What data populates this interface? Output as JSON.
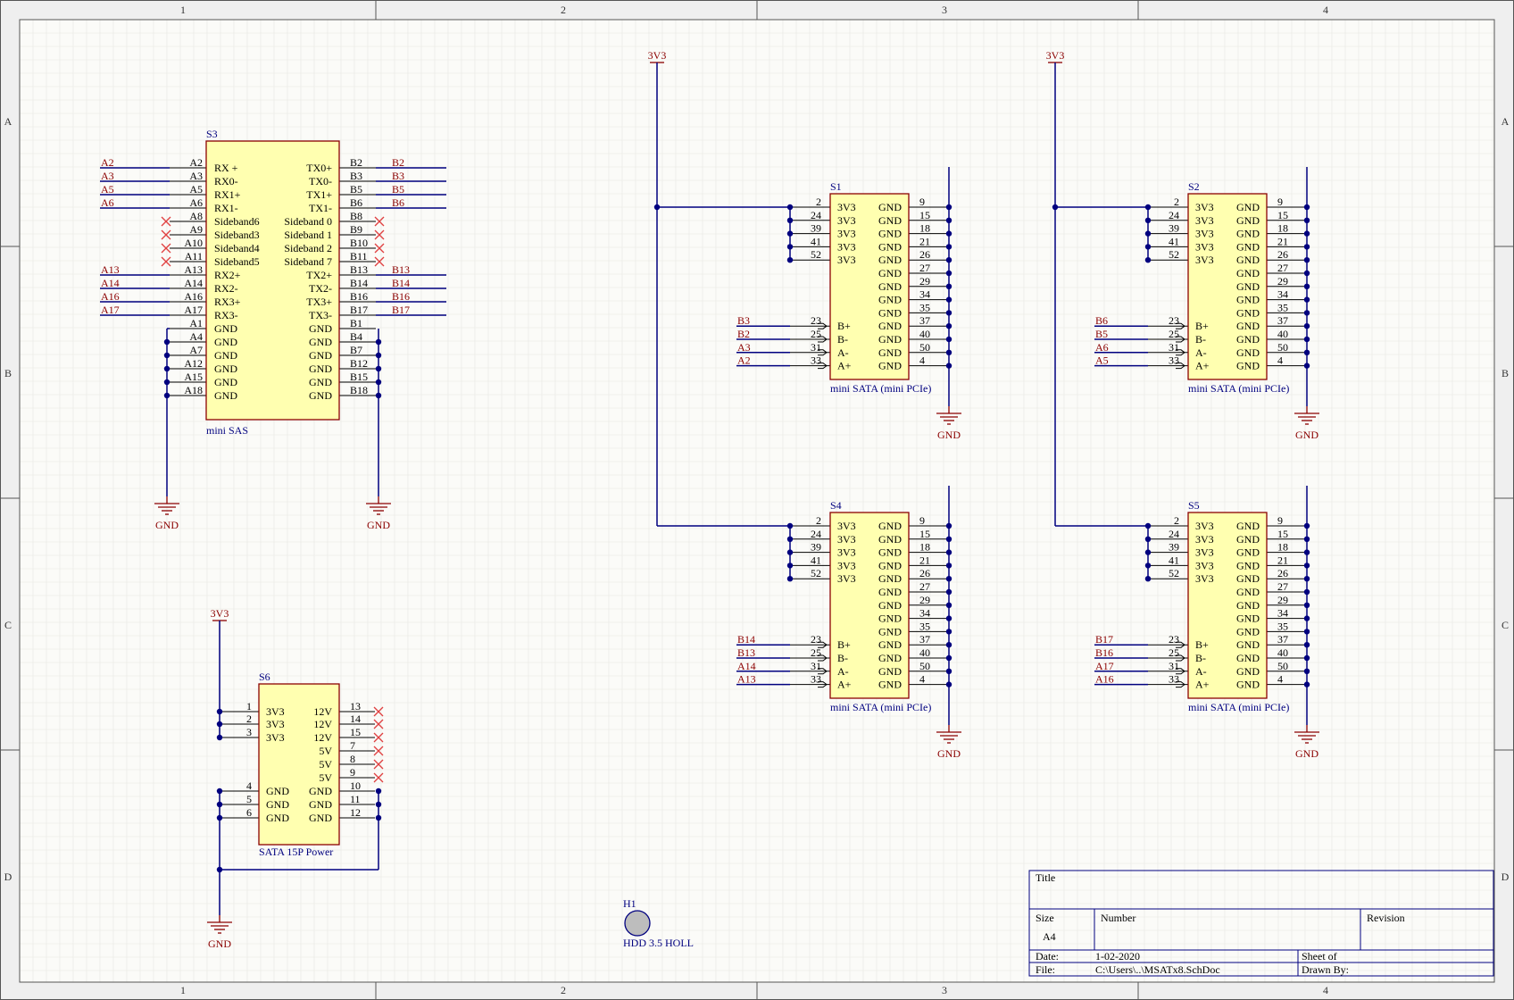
{
  "frame": {
    "columns": [
      "1",
      "2",
      "3",
      "4"
    ],
    "rows": [
      "A",
      "B",
      "C",
      "D"
    ]
  },
  "components": {
    "s3": {
      "designator": "S3",
      "comment": "mini SAS",
      "pins_left": [
        {
          "num": "A2",
          "name": "RX +"
        },
        {
          "num": "A3",
          "name": "RX0-"
        },
        {
          "num": "A5",
          "name": "RX1+"
        },
        {
          "num": "A6",
          "name": "RX1-"
        },
        {
          "num": "A8",
          "name": "Sideband6"
        },
        {
          "num": "A9",
          "name": "Sideband3"
        },
        {
          "num": "A10",
          "name": "Sideband4"
        },
        {
          "num": "A11",
          "name": "Sideband5"
        },
        {
          "num": "A13",
          "name": "RX2+"
        },
        {
          "num": "A14",
          "name": "RX2-"
        },
        {
          "num": "A16",
          "name": "RX3+"
        },
        {
          "num": "A17",
          "name": "RX3-"
        },
        {
          "num": "A1",
          "name": "GND"
        },
        {
          "num": "A4",
          "name": "GND"
        },
        {
          "num": "A7",
          "name": "GND"
        },
        {
          "num": "A12",
          "name": "GND"
        },
        {
          "num": "A15",
          "name": "GND"
        },
        {
          "num": "A18",
          "name": "GND"
        }
      ],
      "pins_right": [
        {
          "num": "B2",
          "name": "TX0+"
        },
        {
          "num": "B3",
          "name": "TX0-"
        },
        {
          "num": "B5",
          "name": "TX1+"
        },
        {
          "num": "B6",
          "name": "TX1-"
        },
        {
          "num": "B8",
          "name": "Sideband 0"
        },
        {
          "num": "B9",
          "name": "Sideband 1"
        },
        {
          "num": "B10",
          "name": "Sideband 2"
        },
        {
          "num": "B11",
          "name": "Sideband 7"
        },
        {
          "num": "B13",
          "name": "TX2+"
        },
        {
          "num": "B14",
          "name": "TX2-"
        },
        {
          "num": "B16",
          "name": "TX3+"
        },
        {
          "num": "B17",
          "name": "TX3-"
        },
        {
          "num": "B1",
          "name": "GND"
        },
        {
          "num": "B4",
          "name": "GND"
        },
        {
          "num": "B7",
          "name": "GND"
        },
        {
          "num": "B12",
          "name": "GND"
        },
        {
          "num": "B15",
          "name": "GND"
        },
        {
          "num": "B18",
          "name": "GND"
        }
      ],
      "nets_left": [
        "A2",
        "A3",
        "A5",
        "A6",
        "",
        "",
        "",
        "",
        "A13",
        "A14",
        "A16",
        "A17"
      ],
      "nets_right": [
        "B2",
        "B3",
        "B5",
        "B6",
        "",
        "",
        "",
        "",
        "B13",
        "B14",
        "B16",
        "B17"
      ]
    },
    "sata": [
      {
        "designator": "S1",
        "comment": "mini SATA (mini PCIe)",
        "nets": [
          "B3",
          "B2",
          "A3",
          "A2"
        ]
      },
      {
        "designator": "S2",
        "comment": "mini SATA (mini PCIe)",
        "nets": [
          "B6",
          "B5",
          "A6",
          "A5"
        ]
      },
      {
        "designator": "S4",
        "comment": "mini SATA (mini PCIe)",
        "nets": [
          "B14",
          "B13",
          "A14",
          "A13"
        ]
      },
      {
        "designator": "S5",
        "comment": "mini SATA (mini PCIe)",
        "nets": [
          "B17",
          "B16",
          "A17",
          "A16"
        ]
      }
    ],
    "sata_common": {
      "pwr_pins": [
        {
          "num": "2",
          "name": "3V3"
        },
        {
          "num": "24",
          "name": "3V3"
        },
        {
          "num": "39",
          "name": "3V3"
        },
        {
          "num": "41",
          "name": "3V3"
        },
        {
          "num": "52",
          "name": "3V3"
        }
      ],
      "sig_pins": [
        {
          "num": "23",
          "name": "B+"
        },
        {
          "num": "25",
          "name": "B-"
        },
        {
          "num": "31",
          "name": "A-"
        },
        {
          "num": "33",
          "name": "A+"
        }
      ],
      "gnd_pins": [
        "9",
        "15",
        "18",
        "21",
        "26",
        "27",
        "29",
        "34",
        "35",
        "37",
        "40",
        "50",
        "4"
      ],
      "gnd_name": "GND"
    },
    "s6": {
      "designator": "S6",
      "comment": "SATA 15P Power",
      "pins_left": [
        {
          "num": "1",
          "name": "3V3"
        },
        {
          "num": "2",
          "name": "3V3"
        },
        {
          "num": "3",
          "name": "3V3"
        },
        {
          "num": "4",
          "name": "GND"
        },
        {
          "num": "5",
          "name": "GND"
        },
        {
          "num": "6",
          "name": "GND"
        }
      ],
      "pins_right": [
        {
          "num": "13",
          "name": "12V"
        },
        {
          "num": "14",
          "name": "12V"
        },
        {
          "num": "15",
          "name": "12V"
        },
        {
          "num": "7",
          "name": "5V"
        },
        {
          "num": "8",
          "name": "5V"
        },
        {
          "num": "9",
          "name": "5V"
        },
        {
          "num": "10",
          "name": "GND"
        },
        {
          "num": "11",
          "name": "GND"
        },
        {
          "num": "12",
          "name": "GND"
        }
      ]
    },
    "h1": {
      "designator": "H1",
      "comment": "HDD 3.5 HOLL"
    }
  },
  "power": {
    "v3v3": "3V3",
    "gnd": "GND"
  },
  "title_block": {
    "title_label": "Title",
    "size_label": "Size",
    "size_value": "A4",
    "number_label": "Number",
    "revision_label": "Revision",
    "date_label": "Date:",
    "date_value": "1-02-2020",
    "file_label": "File:",
    "file_value": "C:\\Users\\..\\MSATx8.SchDoc",
    "sheet_label": "Sheet  of",
    "drawn_label": "Drawn By:"
  },
  "colors": {
    "background": "#fbfbf8",
    "grid": "#e7e7e2",
    "wire": "#00007f",
    "net_label": "#8b0000",
    "component_fill": "#ffffb0",
    "component_border": "#8b0000",
    "no_connect": "#e04040"
  }
}
